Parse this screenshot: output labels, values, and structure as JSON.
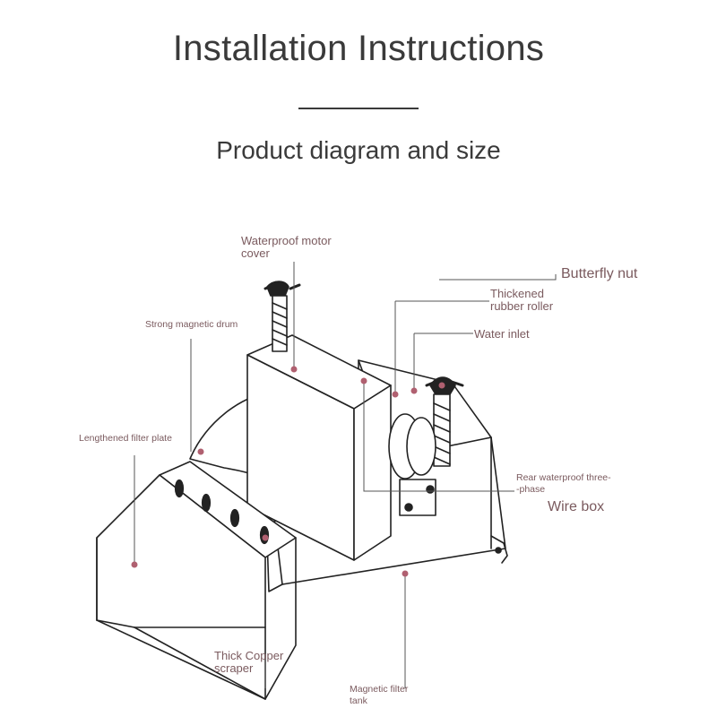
{
  "header": {
    "title": "Installation Instructions",
    "subtitle": "Product diagram and size"
  },
  "labels": {
    "motor_cover_1": "Waterproof motor",
    "motor_cover_2": "cover",
    "butterfly_nut": "Butterfly nut",
    "rubber_roller_1": "Thickened",
    "rubber_roller_2": "rubber roller",
    "water_inlet": "Water inlet",
    "magnetic_drum": "Strong magnetic drum",
    "filter_plate": "Lengthened filter plate",
    "wire_box_1": "Rear waterproof three-",
    "wire_box_2": "-phase",
    "wire_box_3": "Wire box",
    "copper_scraper_1": "Thick Copper",
    "copper_scraper_2": "scraper",
    "filter_tank_1": "Magnetic filter",
    "filter_tank_2": "tank"
  },
  "colors": {
    "label_text": "#7a5a5e",
    "marker_dot": "#b06070",
    "line_art": "#222222"
  }
}
